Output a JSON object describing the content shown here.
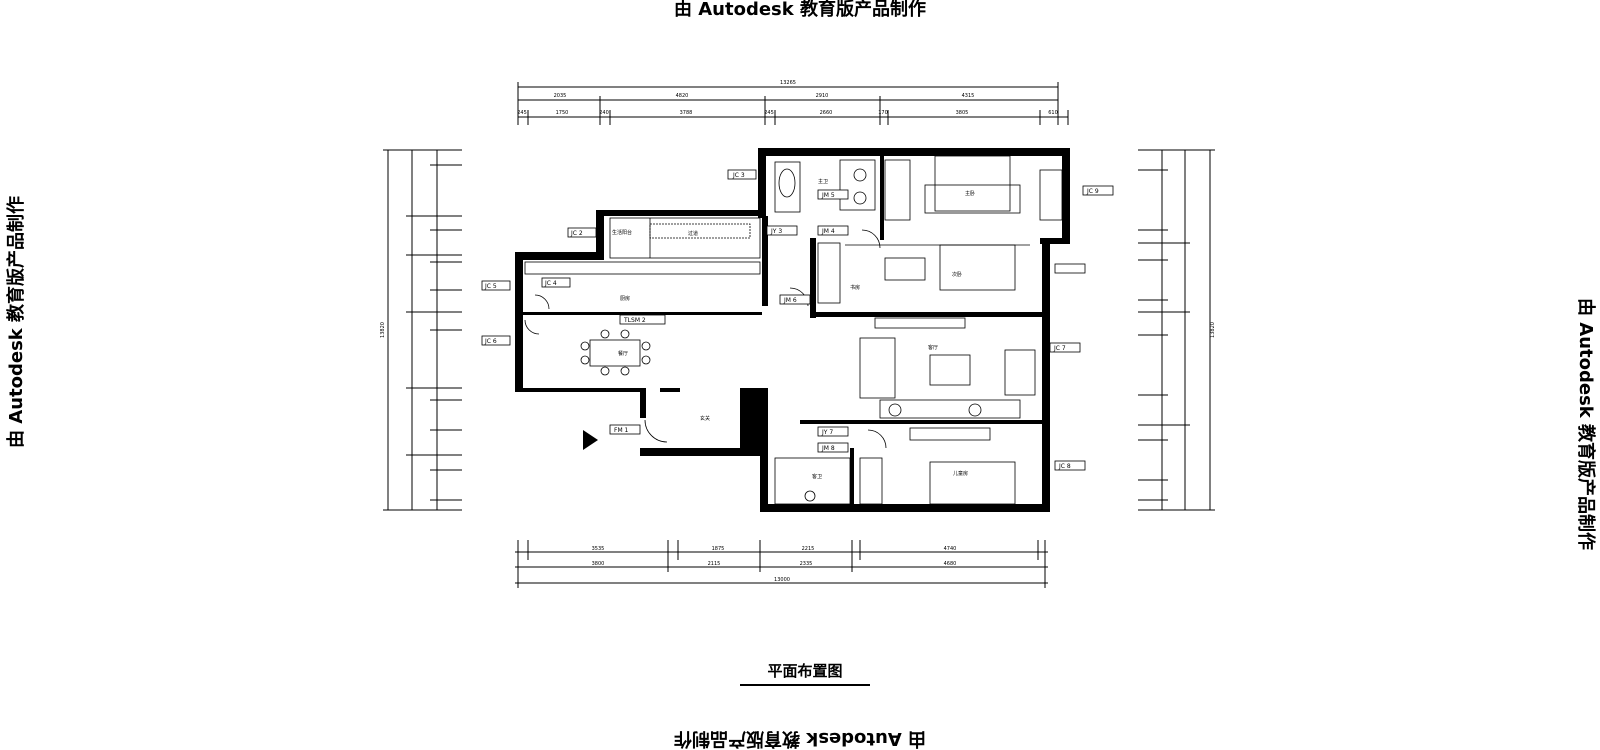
{
  "watermark": "由 Autodesk 教育版产品制作",
  "title": "平面布置图",
  "dims_top_overall": "13265",
  "dims_top_row1": [
    "2035",
    "4820",
    "2910",
    "4315"
  ],
  "dims_top_row2": [
    "245",
    "1750",
    "240",
    "3788",
    "245",
    "2660",
    "170",
    "3805",
    "610"
  ],
  "dims_bottom_row1": [
    "3535",
    "1875",
    "2215",
    "4740"
  ],
  "dims_bottom_row2": [
    "3800",
    "2115",
    "2335",
    "4680"
  ],
  "dims_bottom_overall": "13000",
  "dims_left_overall": "13820",
  "dims_right_overall": "13820",
  "tags": {
    "jc2": "JC 2",
    "jc3": "JC 3",
    "jc4": "JC 4",
    "jc5": "JC 5",
    "jc6": "JC 6",
    "jc7": "JC 7",
    "jc8": "JC 8",
    "jc9": "JC 9",
    "jy3": "JY 3",
    "jy7": "JY 7",
    "jm4": "JM 4",
    "jm5": "JM 5",
    "jm6": "JM 6",
    "jm8": "JM 8",
    "tlsm2": "TLSM 2",
    "fm1": "FM 1"
  },
  "rooms": {
    "master": "主卧",
    "bath1": "主卫",
    "living": "客厅",
    "kitchen": "厨房",
    "dining": "餐厅",
    "entry": "玄关",
    "study": "书房",
    "kids": "儿童房",
    "bath2": "客卫",
    "balcony": "生活阳台",
    "corridor": "过道",
    "second": "次卧"
  }
}
